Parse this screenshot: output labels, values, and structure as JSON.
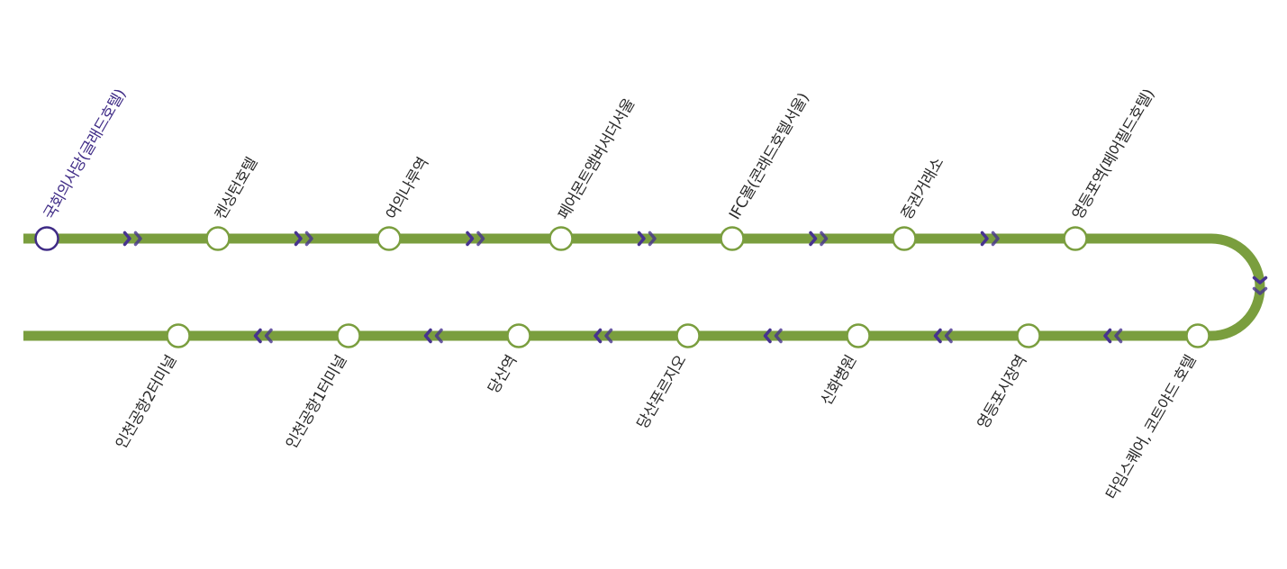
{
  "colors": {
    "route_line": "#7a9e3e",
    "station_fill": "#ffffff",
    "station_stroke": "#7a9e3e",
    "current_station_stroke": "#3f2b86",
    "current_station_text": "#3f2b86",
    "station_text": "#2a2a2a",
    "arrow": "#47338f"
  },
  "route": {
    "current_station_index": 0,
    "outbound_stations": [
      {
        "name": "국회의사당(글래드호텔)"
      },
      {
        "name": "켄싱턴호텔"
      },
      {
        "name": "여의나루역"
      },
      {
        "name": "페어몬트앰버서더서울"
      },
      {
        "name": "IFC몰(콘래드호텔서울)"
      },
      {
        "name": "증권거래소"
      },
      {
        "name": "영등포역(페어필드호텔)"
      }
    ],
    "return_stations": [
      {
        "name": "타임스퀘어, 코트야드 호텔"
      },
      {
        "name": "영등포시장역"
      },
      {
        "name": "신화병원"
      },
      {
        "name": "당산푸르지오"
      },
      {
        "name": "당산역"
      },
      {
        "name": "인천공항1터미널"
      },
      {
        "name": "인천공항2터미널"
      }
    ]
  }
}
